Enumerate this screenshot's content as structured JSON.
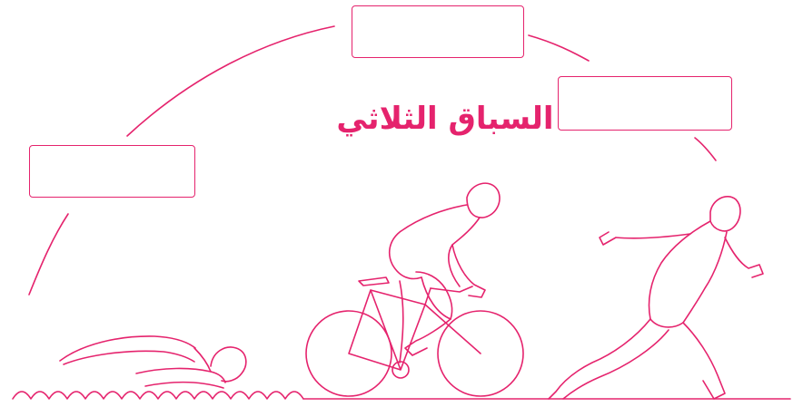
{
  "diagram": {
    "title": "السباق الثلاثي",
    "stages": [
      {
        "id": "swim",
        "label": ""
      },
      {
        "id": "cycle",
        "label": ""
      },
      {
        "id": "run",
        "label": ""
      }
    ],
    "colors": {
      "accent": "#e5236d",
      "background": "#ffffff"
    }
  }
}
